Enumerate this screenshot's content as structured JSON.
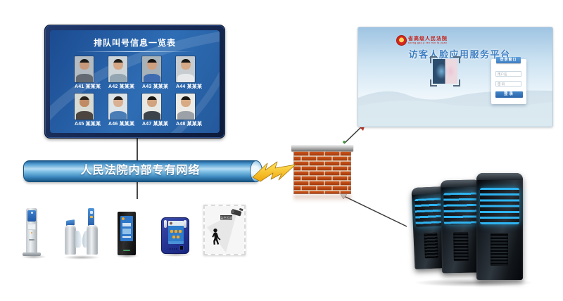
{
  "left_screen": {
    "title": "排队叫号信息一览表",
    "entries": [
      {
        "code": "A41",
        "name": "某某某",
        "photo_style": "--bg:#b4bcc3;--hair:#1c1916;--skin:#c89a7b;--shirt:#646a71"
      },
      {
        "code": "A42",
        "name": "某某某",
        "photo_style": "--bg:#cdd5d9;--hair:#201c18;--skin:#d4a886;--shirt:#93a6b1"
      },
      {
        "code": "A43",
        "name": "某某某",
        "photo_style": "--bg:#a8b2b9;--hair:#15130f;--skin:#cfa080;--shirt:#3f6cb1"
      },
      {
        "code": "A44",
        "name": "某某某",
        "photo_style": "--bg:#c7ccd0;--hair:#1a1713;--skin:#d6aa87;--shirt:#e7e9eb"
      },
      {
        "code": "A45",
        "name": "某某某",
        "photo_style": "--bg:#d8dbd4;--hair:#2a231c;--skin:#c08a64;--shirt:#4c4540"
      },
      {
        "code": "A46",
        "name": "某某某",
        "photo_style": "--bg:#dde4e8;--hair:#241f1a;--skin:#d9b091;--shirt:#4a7cb6"
      },
      {
        "code": "A47",
        "name": "某某某",
        "photo_style": "--bg:#e7e7e4;--hair:#17150f;--skin:#d2a37f;--shirt:#3d434b"
      },
      {
        "code": "A48",
        "name": "某某某",
        "photo_style": "--bg:#edebe6;--hair:#1b1813;--skin:#d8ab84;--shirt:#9ba1a6"
      }
    ]
  },
  "pipe": {
    "label": "人民法院内部专有网络"
  },
  "right_screen": {
    "org_name": "省高级人民法院",
    "org_sub": "sheng gao ji ren min fa yuan",
    "title": "访客人脸应用服务平台",
    "login": {
      "header": "登录窗口",
      "username_placeholder": "用户名",
      "password_placeholder": "密 码",
      "submit": "登录"
    }
  },
  "stamp": {
    "label": "监控区域"
  },
  "colors": {
    "accent_blue": "#2f6cb3",
    "brick_orange": "#c14f16",
    "bolt_gold": "#f6c01a",
    "server_glow": "#2fb3f0",
    "org_red": "#c52017"
  }
}
